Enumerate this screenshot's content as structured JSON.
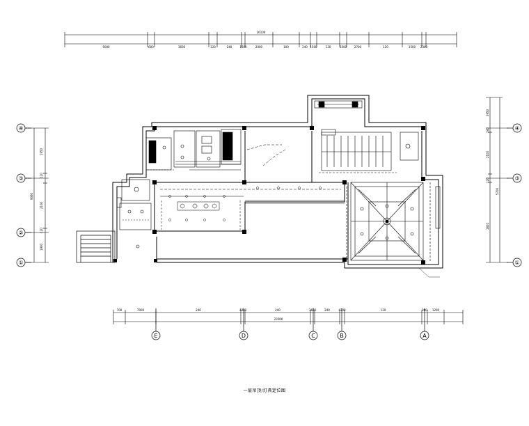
{
  "title": "一层吊顶/灯具定位图",
  "axes": {
    "rows": [
      "④",
      "③",
      "②",
      "①"
    ],
    "columns": [
      "E",
      "D",
      "C",
      "B",
      "A"
    ]
  },
  "dimensions": {
    "top_overall": "26100",
    "top_segments": [
      "5000",
      "600",
      "3600",
      "120",
      "240",
      "1800",
      "2000",
      "100",
      "240",
      "1500",
      "120",
      "1500",
      "2700",
      "120",
      "1500",
      "2300"
    ],
    "bottom_overall": "23500",
    "bottom_segments": [
      "700",
      "7000",
      "240",
      "4800",
      "240",
      "1600",
      "240",
      "4200",
      "120",
      "900",
      "1200"
    ],
    "left_overall": "9360",
    "left_segments": [
      "1950",
      "120",
      "2100",
      "120",
      "1900"
    ],
    "right_overall": "5700",
    "right_segments": [
      "3950",
      "240",
      "2100",
      "120",
      "1820"
    ]
  }
}
